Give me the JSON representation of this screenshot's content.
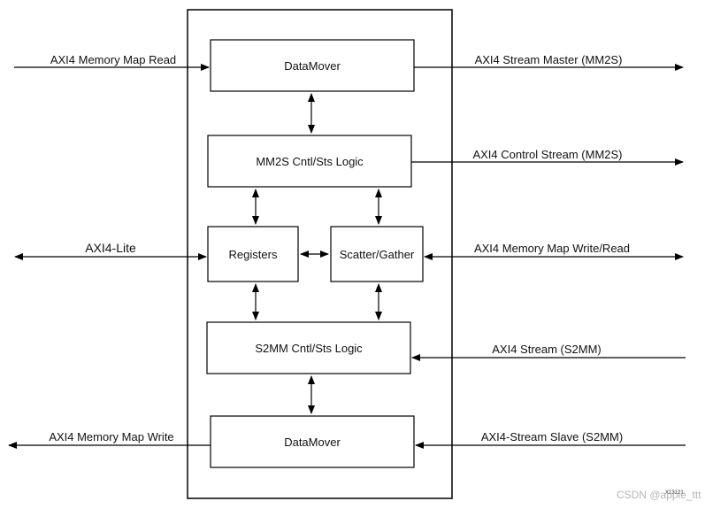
{
  "blocks": {
    "datamover_top": "DataMover",
    "mm2s_logic": "MM2S Cntl/Sts Logic",
    "registers": "Registers",
    "scatter_gather": "Scatter/Gather",
    "s2mm_logic": "S2MM Cntl/Sts Logic",
    "datamover_bottom": "DataMover"
  },
  "signals": {
    "axi4_mm_read": "AXI4 Memory Map Read",
    "axi4_stream_master": "AXI4 Stream Master (MM2S)",
    "axi4_control_stream": "AXI4 Control Stream (MM2S)",
    "axi4_lite": "AXI4-Lite",
    "axi4_mm_write_read": "AXI4 Memory Map Write/Read",
    "axi4_stream_s2mm": "AXI4 Stream (S2MM)",
    "axi4_mm_write": "AXI4 Memory Map Write",
    "axi4_stream_slave": "AXI4-Stream Slave (S2MM)"
  },
  "figure_id": "X13121",
  "watermark": "CSDN @apple_ttt"
}
